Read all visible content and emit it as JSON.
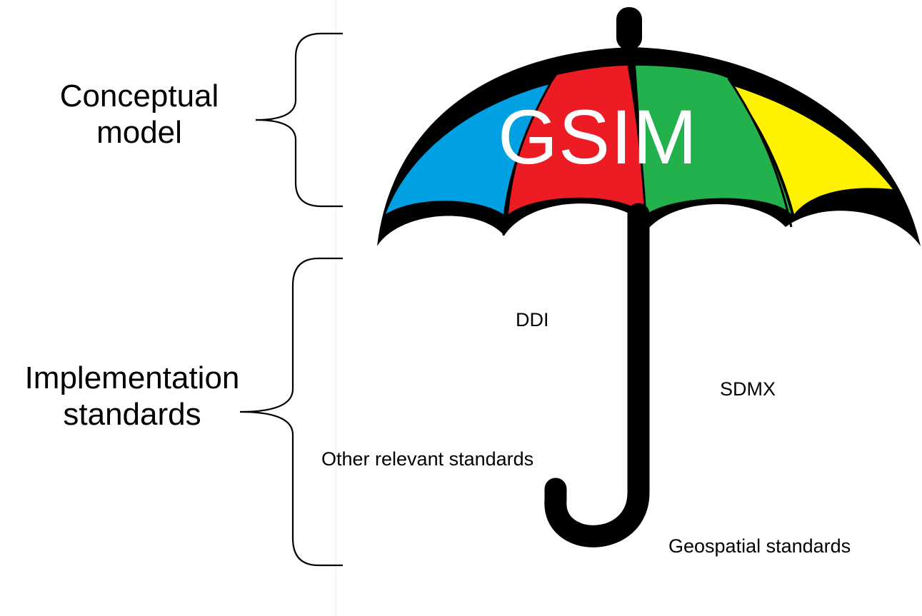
{
  "umbrella": {
    "title": "GSIM",
    "panel_colors": [
      "#00a0e3",
      "#ed1c24",
      "#22b14c",
      "#fff200"
    ],
    "outline_color": "#000000",
    "title_color": "#ffffff"
  },
  "sections": {
    "conceptual_model": {
      "line1": "Conceptual",
      "line2": "model"
    },
    "implementation_standards": {
      "line1": "Implementation",
      "line2": "standards"
    }
  },
  "standards": {
    "ddi": "DDI",
    "sdmx": "SDMX",
    "other": "Other relevant standards",
    "geospatial": "Geospatial standards"
  }
}
